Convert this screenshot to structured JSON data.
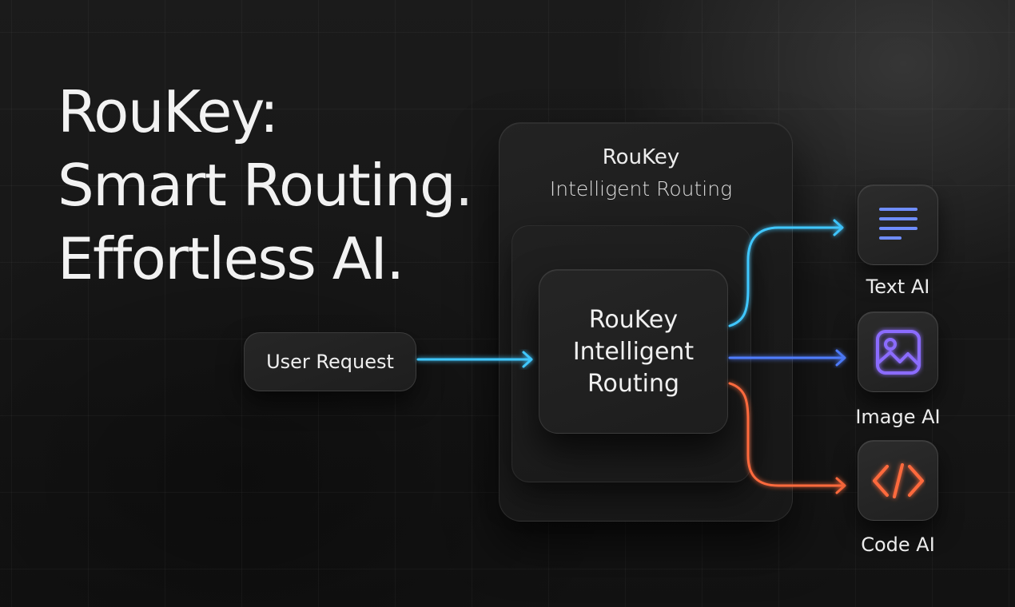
{
  "headline": {
    "line1": "RouKey:",
    "line2": "Smart Routing.",
    "line3": "Effortless AI."
  },
  "panel": {
    "title": "RouKey",
    "subtitle": "Intelligent Routing"
  },
  "core": {
    "line1": "RouKey",
    "line2": "Intelligent",
    "line3": "Routing"
  },
  "input": {
    "label": "User Request"
  },
  "outputs": [
    {
      "label": "Text AI",
      "icon": "text-lines-icon",
      "color": "#3fc7ff"
    },
    {
      "label": "Image AI",
      "icon": "image-icon",
      "color": "#7b5cff"
    },
    {
      "label": "Code AI",
      "icon": "code-brackets-icon",
      "color": "#ff6a3d"
    }
  ],
  "colors": {
    "input_arrow": "#3fc7ff",
    "text_route": "#3fc7ff",
    "image_route": "#4f7dff",
    "code_route": "#ff6a3d"
  }
}
